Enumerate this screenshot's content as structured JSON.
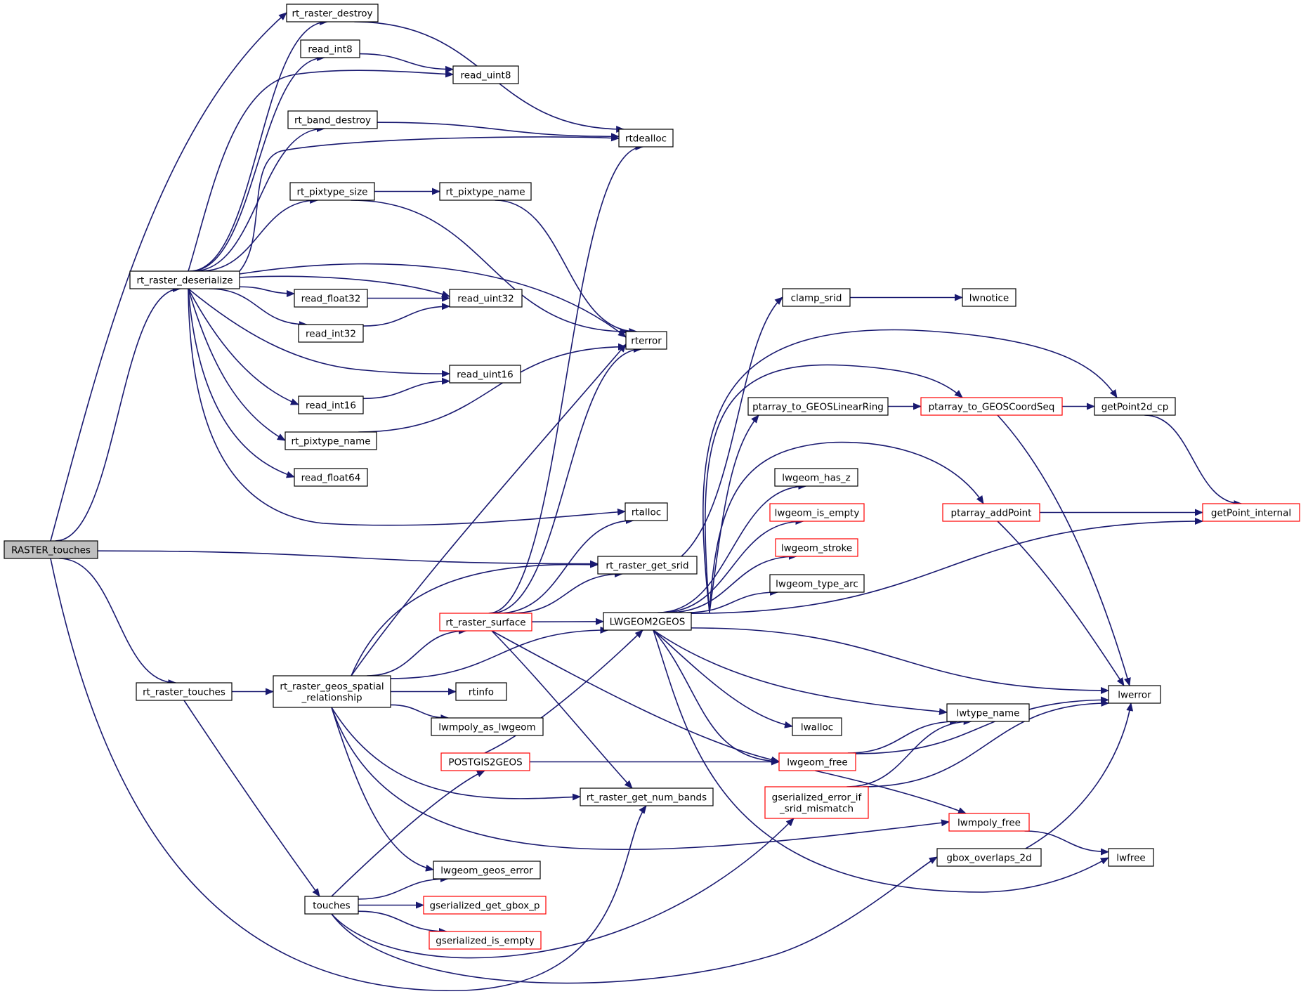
{
  "nodes": {
    "RASTER_touches": {
      "label": [
        "RASTER_touches"
      ],
      "style": "gray"
    },
    "rt_raster_destroy": {
      "label": [
        "rt_raster_destroy"
      ],
      "style": "black"
    },
    "read_int8": {
      "label": [
        "read_int8"
      ],
      "style": "black"
    },
    "read_uint8": {
      "label": [
        "read_uint8"
      ],
      "style": "black"
    },
    "rt_band_destroy": {
      "label": [
        "rt_band_destroy"
      ],
      "style": "black"
    },
    "rtdealloc": {
      "label": [
        "rtdealloc"
      ],
      "style": "black"
    },
    "rt_pixtype_size": {
      "label": [
        "rt_pixtype_size"
      ],
      "style": "black"
    },
    "rt_pixtype_name_1": {
      "label": [
        "rt_pixtype_name"
      ],
      "style": "black"
    },
    "rt_raster_deserialize": {
      "label": [
        "rt_raster_deserialize"
      ],
      "style": "black"
    },
    "read_float32": {
      "label": [
        "read_float32"
      ],
      "style": "black"
    },
    "read_uint32": {
      "label": [
        "read_uint32"
      ],
      "style": "black"
    },
    "read_int32": {
      "label": [
        "read_int32"
      ],
      "style": "black"
    },
    "rterror": {
      "label": [
        "rterror"
      ],
      "style": "black"
    },
    "read_uint16": {
      "label": [
        "read_uint16"
      ],
      "style": "black"
    },
    "read_int16": {
      "label": [
        "read_int16"
      ],
      "style": "black"
    },
    "rt_pixtype_name_2": {
      "label": [
        "rt_pixtype_name"
      ],
      "style": "black"
    },
    "read_float64": {
      "label": [
        "read_float64"
      ],
      "style": "black"
    },
    "rtalloc": {
      "label": [
        "rtalloc"
      ],
      "style": "black"
    },
    "rt_raster_get_srid": {
      "label": [
        "rt_raster_get_srid"
      ],
      "style": "black"
    },
    "rt_raster_surface": {
      "label": [
        "rt_raster_surface"
      ],
      "style": "red"
    },
    "LWGEOM2GEOS": {
      "label": [
        "LWGEOM2GEOS"
      ],
      "style": "black"
    },
    "rt_raster_touches": {
      "label": [
        "rt_raster_touches"
      ],
      "style": "black"
    },
    "rt_raster_geos_spatial_relationship": {
      "label": [
        "rt_raster_geos_spatial",
        "_relationship"
      ],
      "style": "black"
    },
    "rtinfo": {
      "label": [
        "rtinfo"
      ],
      "style": "black"
    },
    "lwmpoly_as_lwgeom": {
      "label": [
        "lwmpoly_as_lwgeom"
      ],
      "style": "black"
    },
    "POSTGIS2GEOS": {
      "label": [
        "POSTGIS2GEOS"
      ],
      "style": "red"
    },
    "rt_raster_get_num_bands": {
      "label": [
        "rt_raster_get_num_bands"
      ],
      "style": "black"
    },
    "lwgeom_geos_error": {
      "label": [
        "lwgeom_geos_error"
      ],
      "style": "black"
    },
    "touches": {
      "label": [
        "touches"
      ],
      "style": "black"
    },
    "gserialized_get_gbox_p": {
      "label": [
        "gserialized_get_gbox_p"
      ],
      "style": "red"
    },
    "gserialized_is_empty": {
      "label": [
        "gserialized_is_empty"
      ],
      "style": "red"
    },
    "clamp_srid": {
      "label": [
        "clamp_srid"
      ],
      "style": "black"
    },
    "lwnotice": {
      "label": [
        "lwnotice"
      ],
      "style": "black"
    },
    "ptarray_to_GEOSLinearRing": {
      "label": [
        "ptarray_to_GEOSLinearRing"
      ],
      "style": "black"
    },
    "ptarray_to_GEOSCoordSeq": {
      "label": [
        "ptarray_to_GEOSCoordSeq"
      ],
      "style": "red"
    },
    "getPoint2d_cp": {
      "label": [
        "getPoint2d_cp"
      ],
      "style": "black"
    },
    "lwgeom_has_z": {
      "label": [
        "lwgeom_has_z"
      ],
      "style": "black"
    },
    "lwgeom_is_empty": {
      "label": [
        "lwgeom_is_empty"
      ],
      "style": "red"
    },
    "ptarray_addPoint": {
      "label": [
        "ptarray_addPoint"
      ],
      "style": "red"
    },
    "getPoint_internal": {
      "label": [
        "getPoint_internal"
      ],
      "style": "red"
    },
    "lwgeom_stroke": {
      "label": [
        "lwgeom_stroke"
      ],
      "style": "red"
    },
    "lwgeom_type_arc": {
      "label": [
        "lwgeom_type_arc"
      ],
      "style": "black"
    },
    "lwerror": {
      "label": [
        "lwerror"
      ],
      "style": "black"
    },
    "lwtype_name": {
      "label": [
        "lwtype_name"
      ],
      "style": "black"
    },
    "lwalloc": {
      "label": [
        "lwalloc"
      ],
      "style": "black"
    },
    "lwgeom_free": {
      "label": [
        "lwgeom_free"
      ],
      "style": "red"
    },
    "gserialized_error_if_srid_mismatch": {
      "label": [
        "gserialized_error_if",
        "_srid_mismatch"
      ],
      "style": "red"
    },
    "lwmpoly_free": {
      "label": [
        "lwmpoly_free"
      ],
      "style": "red"
    },
    "gbox_overlaps_2d": {
      "label": [
        "gbox_overlaps_2d"
      ],
      "style": "black"
    },
    "lwfree": {
      "label": [
        "lwfree"
      ],
      "style": "black"
    }
  },
  "edges": [
    [
      "RASTER_touches",
      "rt_raster_destroy"
    ],
    [
      "RASTER_touches",
      "rt_raster_deserialize"
    ],
    [
      "RASTER_touches",
      "rt_raster_get_srid"
    ],
    [
      "RASTER_touches",
      "rt_raster_touches"
    ],
    [
      "RASTER_touches",
      "rt_raster_get_num_bands"
    ],
    [
      "rt_raster_deserialize",
      "rt_raster_destroy"
    ],
    [
      "rt_raster_deserialize",
      "read_int8"
    ],
    [
      "rt_raster_deserialize",
      "read_uint8"
    ],
    [
      "rt_raster_deserialize",
      "rt_band_destroy"
    ],
    [
      "rt_raster_deserialize",
      "rtdealloc"
    ],
    [
      "rt_raster_deserialize",
      "rt_pixtype_size"
    ],
    [
      "rt_raster_deserialize",
      "rterror"
    ],
    [
      "rt_raster_deserialize",
      "read_uint32"
    ],
    [
      "rt_raster_deserialize",
      "read_float32"
    ],
    [
      "rt_raster_deserialize",
      "read_int32"
    ],
    [
      "rt_raster_deserialize",
      "read_uint16"
    ],
    [
      "rt_raster_deserialize",
      "read_int16"
    ],
    [
      "rt_raster_deserialize",
      "rt_pixtype_name_2"
    ],
    [
      "rt_raster_deserialize",
      "read_float64"
    ],
    [
      "rt_raster_deserialize",
      "rtalloc"
    ],
    [
      "rt_raster_destroy",
      "rtdealloc"
    ],
    [
      "read_int8",
      "read_uint8"
    ],
    [
      "rt_band_destroy",
      "rtdealloc"
    ],
    [
      "rt_pixtype_size",
      "rt_pixtype_name_1"
    ],
    [
      "rt_pixtype_size",
      "rterror"
    ],
    [
      "rt_pixtype_name_1",
      "rterror"
    ],
    [
      "read_float32",
      "read_uint32"
    ],
    [
      "read_int32",
      "read_uint32"
    ],
    [
      "read_int16",
      "read_uint16"
    ],
    [
      "rt_pixtype_name_2",
      "rterror"
    ],
    [
      "rt_raster_touches",
      "rt_raster_geos_spatial_relationship"
    ],
    [
      "rt_raster_touches",
      "touches"
    ],
    [
      "rt_raster_geos_spatial_relationship",
      "rterror"
    ],
    [
      "rt_raster_geos_spatial_relationship",
      "rt_raster_get_srid"
    ],
    [
      "rt_raster_geos_spatial_relationship",
      "rt_raster_surface"
    ],
    [
      "rt_raster_geos_spatial_relationship",
      "LWGEOM2GEOS"
    ],
    [
      "rt_raster_geos_spatial_relationship",
      "rtinfo"
    ],
    [
      "rt_raster_geos_spatial_relationship",
      "lwmpoly_as_lwgeom"
    ],
    [
      "rt_raster_geos_spatial_relationship",
      "rt_raster_get_num_bands"
    ],
    [
      "rt_raster_geos_spatial_relationship",
      "lwgeom_geos_error"
    ],
    [
      "rt_raster_geos_spatial_relationship",
      "lwmpoly_free"
    ],
    [
      "rt_raster_surface",
      "rtdealloc"
    ],
    [
      "rt_raster_surface",
      "rterror"
    ],
    [
      "rt_raster_surface",
      "rtalloc"
    ],
    [
      "rt_raster_surface",
      "rt_raster_get_srid"
    ],
    [
      "rt_raster_surface",
      "LWGEOM2GEOS"
    ],
    [
      "rt_raster_surface",
      "rt_raster_get_num_bands"
    ],
    [
      "rt_raster_surface",
      "lwgeom_free"
    ],
    [
      "rt_raster_get_srid",
      "clamp_srid"
    ],
    [
      "LWGEOM2GEOS",
      "getPoint2d_cp"
    ],
    [
      "LWGEOM2GEOS",
      "ptarray_to_GEOSCoordSeq"
    ],
    [
      "LWGEOM2GEOS",
      "ptarray_to_GEOSLinearRing"
    ],
    [
      "LWGEOM2GEOS",
      "ptarray_addPoint"
    ],
    [
      "LWGEOM2GEOS",
      "lwgeom_has_z"
    ],
    [
      "LWGEOM2GEOS",
      "lwgeom_is_empty"
    ],
    [
      "LWGEOM2GEOS",
      "lwgeom_stroke"
    ],
    [
      "LWGEOM2GEOS",
      "lwgeom_type_arc"
    ],
    [
      "LWGEOM2GEOS",
      "getPoint_internal"
    ],
    [
      "LWGEOM2GEOS",
      "lwerror"
    ],
    [
      "LWGEOM2GEOS",
      "lwtype_name"
    ],
    [
      "LWGEOM2GEOS",
      "lwalloc"
    ],
    [
      "LWGEOM2GEOS",
      "lwgeom_free"
    ],
    [
      "LWGEOM2GEOS",
      "lwfree"
    ],
    [
      "clamp_srid",
      "lwnotice"
    ],
    [
      "ptarray_to_GEOSLinearRing",
      "ptarray_to_GEOSCoordSeq"
    ],
    [
      "ptarray_to_GEOSCoordSeq",
      "getPoint2d_cp"
    ],
    [
      "ptarray_to_GEOSCoordSeq",
      "lwerror"
    ],
    [
      "getPoint2d_cp",
      "getPoint_internal"
    ],
    [
      "ptarray_addPoint",
      "getPoint_internal"
    ],
    [
      "ptarray_addPoint",
      "lwerror"
    ],
    [
      "POSTGIS2GEOS",
      "LWGEOM2GEOS"
    ],
    [
      "POSTGIS2GEOS",
      "lwgeom_free"
    ],
    [
      "touches",
      "POSTGIS2GEOS"
    ],
    [
      "touches",
      "lwgeom_geos_error"
    ],
    [
      "touches",
      "gserialized_get_gbox_p"
    ],
    [
      "touches",
      "gserialized_is_empty"
    ],
    [
      "touches",
      "gserialized_error_if_srid_mismatch"
    ],
    [
      "touches",
      "gbox_overlaps_2d"
    ],
    [
      "lwgeom_free",
      "lwtype_name"
    ],
    [
      "lwgeom_free",
      "lwerror"
    ],
    [
      "lwgeom_free",
      "lwmpoly_free"
    ],
    [
      "gserialized_error_if_srid_mismatch",
      "lwtype_name"
    ],
    [
      "gserialized_error_if_srid_mismatch",
      "lwerror"
    ],
    [
      "lwmpoly_free",
      "lwfree"
    ],
    [
      "gbox_overlaps_2d",
      "lwerror"
    ]
  ],
  "colors": {
    "edge": "#191970",
    "red_border": "#ff0000",
    "black_border": "#000000",
    "highlight_fill": "#bfbfbf"
  }
}
